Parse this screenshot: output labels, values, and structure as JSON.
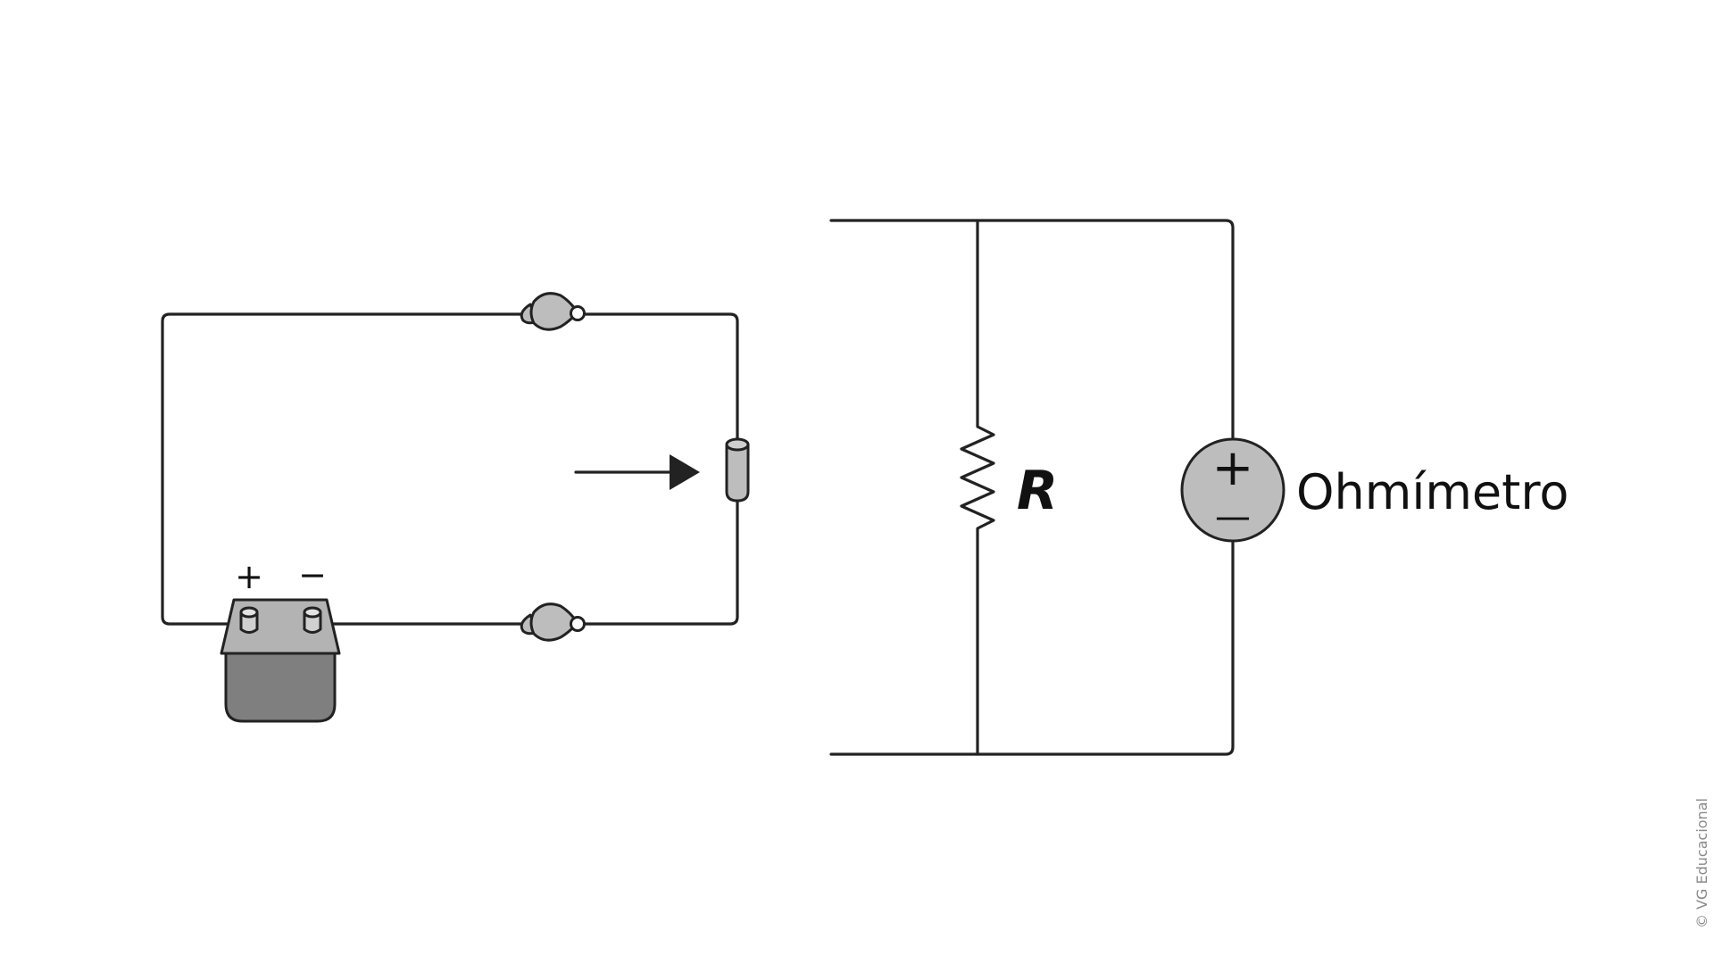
{
  "labels": {
    "battery_plus": "+",
    "battery_minus": "−",
    "resistor": "R",
    "ohmmeter": "Ohmímetro",
    "meter_plus": "+",
    "meter_minus": "—"
  },
  "credit": "© VG Educacional",
  "colors": {
    "line": "#222222",
    "component_fill": "#bdbdbd",
    "battery_top": "#b3b3b3",
    "battery_body": "#7f7f7f",
    "background": "#ffffff",
    "credit_text": "#8a8a8a"
  }
}
